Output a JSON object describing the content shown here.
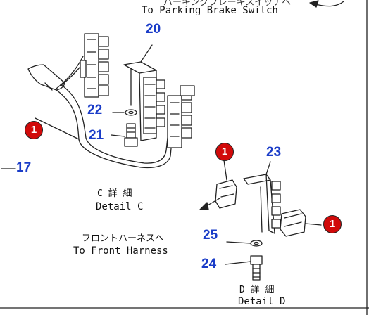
{
  "labels": {
    "parking_jp": "パーキングブレーキスイッチへ",
    "parking_en": "To Parking Brake Switch",
    "detail_c_jp": "C 詳 細",
    "detail_c_en": "Detail C",
    "front_jp": "フロントハーネスへ",
    "front_en": "To Front Harness",
    "detail_d_jp": "D 詳 細",
    "detail_d_en": "Detail D"
  },
  "callouts": {
    "n20": "20",
    "n22": "22",
    "n21": "21",
    "n17": "17",
    "n23": "23",
    "n25": "25",
    "n24": "24"
  },
  "badges": {
    "b1": "1",
    "b2": "1",
    "b3": "1"
  },
  "colors": {
    "callout_blue": "#1a3cc8",
    "badge_red": "#d10a0a",
    "line": "#222222"
  }
}
